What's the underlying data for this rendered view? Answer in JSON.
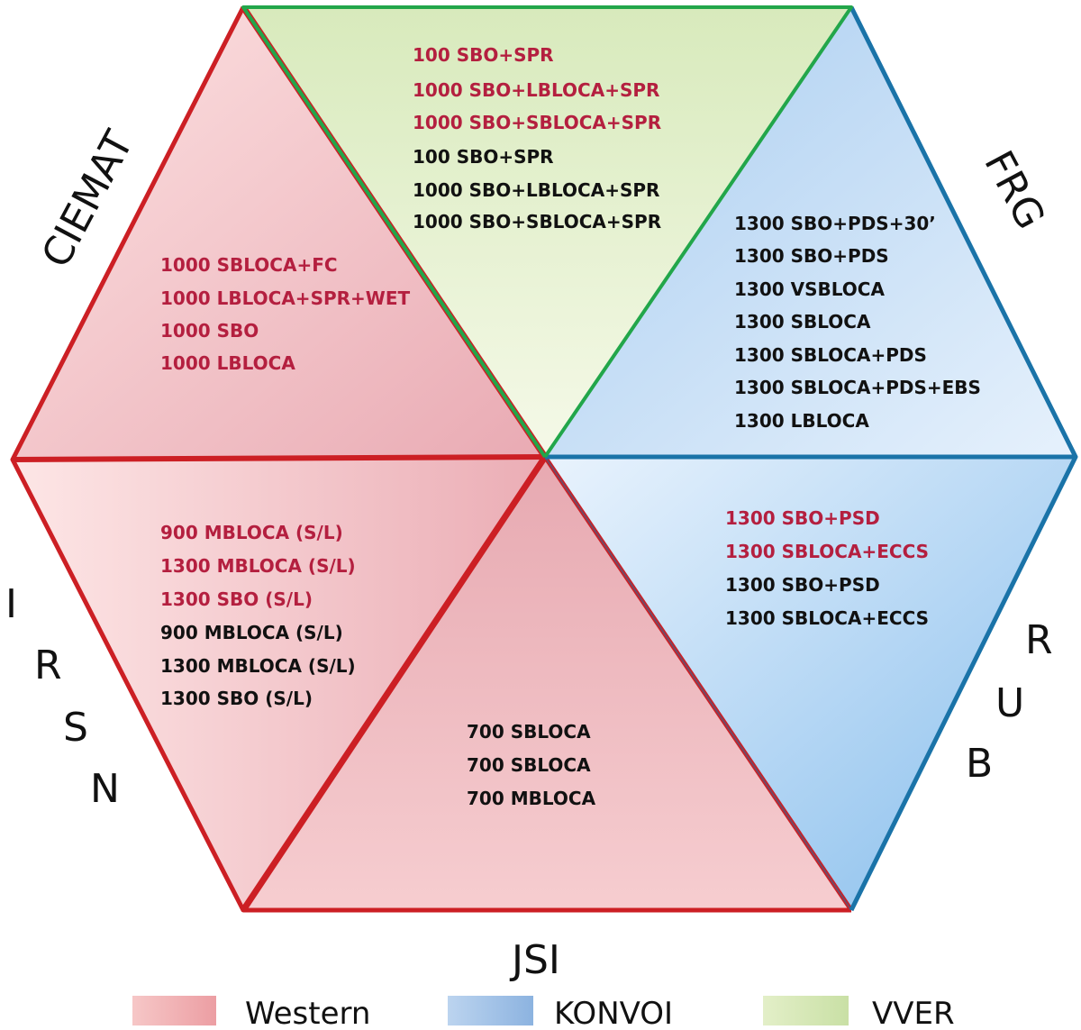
{
  "orgs": {
    "ciemat": "CIEMAT",
    "frg": "FRG",
    "irsn": [
      "I",
      "R",
      "S",
      "N"
    ],
    "rub": [
      "R",
      "U",
      "B"
    ],
    "jsi": "JSI"
  },
  "triangles": {
    "top": {
      "group": "VVER",
      "items": [
        {
          "text": "100 SBO+SPR",
          "color": "red"
        },
        {
          "text": "1000 SBO+LBLOCA+SPR",
          "color": "red"
        },
        {
          "text": "1000 SBO+SBLOCA+SPR",
          "color": "red"
        },
        {
          "text": "100 SBO+SPR",
          "color": "black"
        },
        {
          "text": "1000 SBO+LBLOCA+SPR",
          "color": "black"
        },
        {
          "text": "1000 SBO+SBLOCA+SPR",
          "color": "black"
        }
      ]
    },
    "upper_left": {
      "group": "Western",
      "items": [
        {
          "text": "1000 SBLOCA+FC",
          "color": "red"
        },
        {
          "text": "1000 LBLOCA+SPR+WET",
          "color": "red"
        },
        {
          "text": "1000 SBO",
          "color": "red"
        },
        {
          "text": "1000 LBLOCA",
          "color": "red"
        }
      ]
    },
    "upper_right": {
      "group": "KONVOI",
      "items": [
        {
          "text": "1300 SBO+PDS+30’",
          "color": "black"
        },
        {
          "text": "1300 SBO+PDS",
          "color": "black"
        },
        {
          "text": "1300 VSBLOCA",
          "color": "black"
        },
        {
          "text": "1300 SBLOCA",
          "color": "black"
        },
        {
          "text": "1300 SBLOCA+PDS",
          "color": "black"
        },
        {
          "text": "1300 SBLOCA+PDS+EBS",
          "color": "black"
        },
        {
          "text": "1300 LBLOCA",
          "color": "black"
        }
      ]
    },
    "lower_left": {
      "group": "Western",
      "items": [
        {
          "text": "900 MBLOCA (S/L)",
          "color": "red"
        },
        {
          "text": "1300 MBLOCA (S/L)",
          "color": "red"
        },
        {
          "text": "1300 SBO (S/L)",
          "color": "red"
        },
        {
          "text": "900 MBLOCA (S/L)",
          "color": "black"
        },
        {
          "text": "1300 MBLOCA (S/L)",
          "color": "black"
        },
        {
          "text": "1300 SBO (S/L)",
          "color": "black"
        }
      ]
    },
    "bottom": {
      "group": "Western",
      "items": [
        {
          "text": "700 SBLOCA",
          "color": "black"
        },
        {
          "text": "700 SBLOCA",
          "color": "black"
        },
        {
          "text": "700 MBLOCA",
          "color": "black"
        }
      ]
    },
    "lower_right": {
      "group": "KONVOI",
      "items": [
        {
          "text": "1300 SBO+PSD",
          "color": "red"
        },
        {
          "text": "1300 SBLOCA+ECCS",
          "color": "red"
        },
        {
          "text": "1300 SBO+PSD",
          "color": "black"
        },
        {
          "text": "1300 SBLOCA+ECCS",
          "color": "black"
        }
      ]
    }
  },
  "legend": [
    {
      "label": "Western",
      "color": "#f4b6b6"
    },
    {
      "label": "KONVOI",
      "color": "#a9c8ec"
    },
    {
      "label": "VVER",
      "color": "#d6e9b4"
    }
  ],
  "colors": {
    "western_border": "#cc1f24",
    "konvoi_border": "#1a73a8",
    "vver_border": "#22a64a"
  }
}
